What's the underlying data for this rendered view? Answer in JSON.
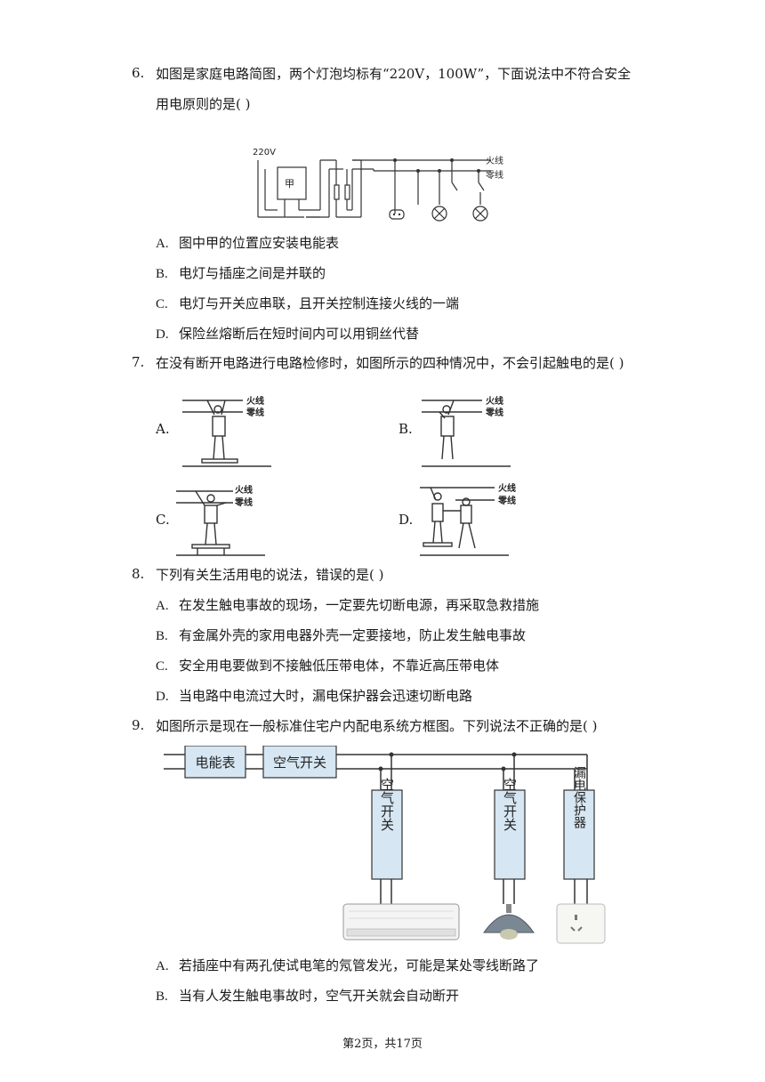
{
  "q6": {
    "num": "6.",
    "line1": "如图是家庭电路简图，两个灯泡均标有“220V，100W”，下面说法中不符合安全",
    "line2": "用电原则的是(    )",
    "diagram": {
      "voltage": "220V",
      "box": "甲",
      "live": "火线",
      "neutral": "零线"
    },
    "options": [
      {
        "letter": "A.",
        "text": "图中甲的位置应安装电能表"
      },
      {
        "letter": "B.",
        "text": "电灯与插座之间是并联的"
      },
      {
        "letter": "C.",
        "text": "电灯与开关应串联，且开关控制连接火线的一端"
      },
      {
        "letter": "D.",
        "text": "保险丝熔断后在短时间内可以用铜丝代替"
      }
    ]
  },
  "q7": {
    "num": "7.",
    "line1": "在没有断开电路进行电路检修时，如图所示的四种情况中，不会引起触电的是(    )",
    "options": [
      {
        "letter": "A.",
        "live": "火线",
        "neutral": "零线"
      },
      {
        "letter": "B.",
        "live": "火线",
        "neutral": "零线"
      },
      {
        "letter": "C.",
        "live": "火线",
        "neutral": "零线"
      },
      {
        "letter": "D.",
        "live": "火线",
        "neutral": "零线"
      }
    ]
  },
  "q8": {
    "num": "8.",
    "line1": "下列有关生活用电的说法，错误的是(    )",
    "options": [
      {
        "letter": "A.",
        "text": "在发生触电事故的现场，一定要先切断电源，再采取急救措施"
      },
      {
        "letter": "B.",
        "text": "有金属外壳的家用电器外壳一定要接地，防止发生触电事故"
      },
      {
        "letter": "C.",
        "text": "安全用电要做到不接触低压带电体，不靠近高压带电体"
      },
      {
        "letter": "D.",
        "text": "当电路中电流过大时，漏电保护器会迅速切断电路"
      }
    ]
  },
  "q9": {
    "num": "9.",
    "line1": "如图所示是现在一般标准住宅户内配电系统方框图。下列说法不正确的是(    )",
    "diagram": {
      "meter": "电能表",
      "main_breaker": "空气开关",
      "branch1": "空气开关",
      "branch2": "空气开关",
      "branch3": "漏电保护器"
    },
    "options": [
      {
        "letter": "A.",
        "text": "若插座中有两孔使试电笔的氖管发光，可能是某处零线断路了"
      },
      {
        "letter": "B.",
        "text": "当有人发生触电事故时，空气开关就会自动断开"
      }
    ]
  },
  "footer": "第2页，共17页"
}
